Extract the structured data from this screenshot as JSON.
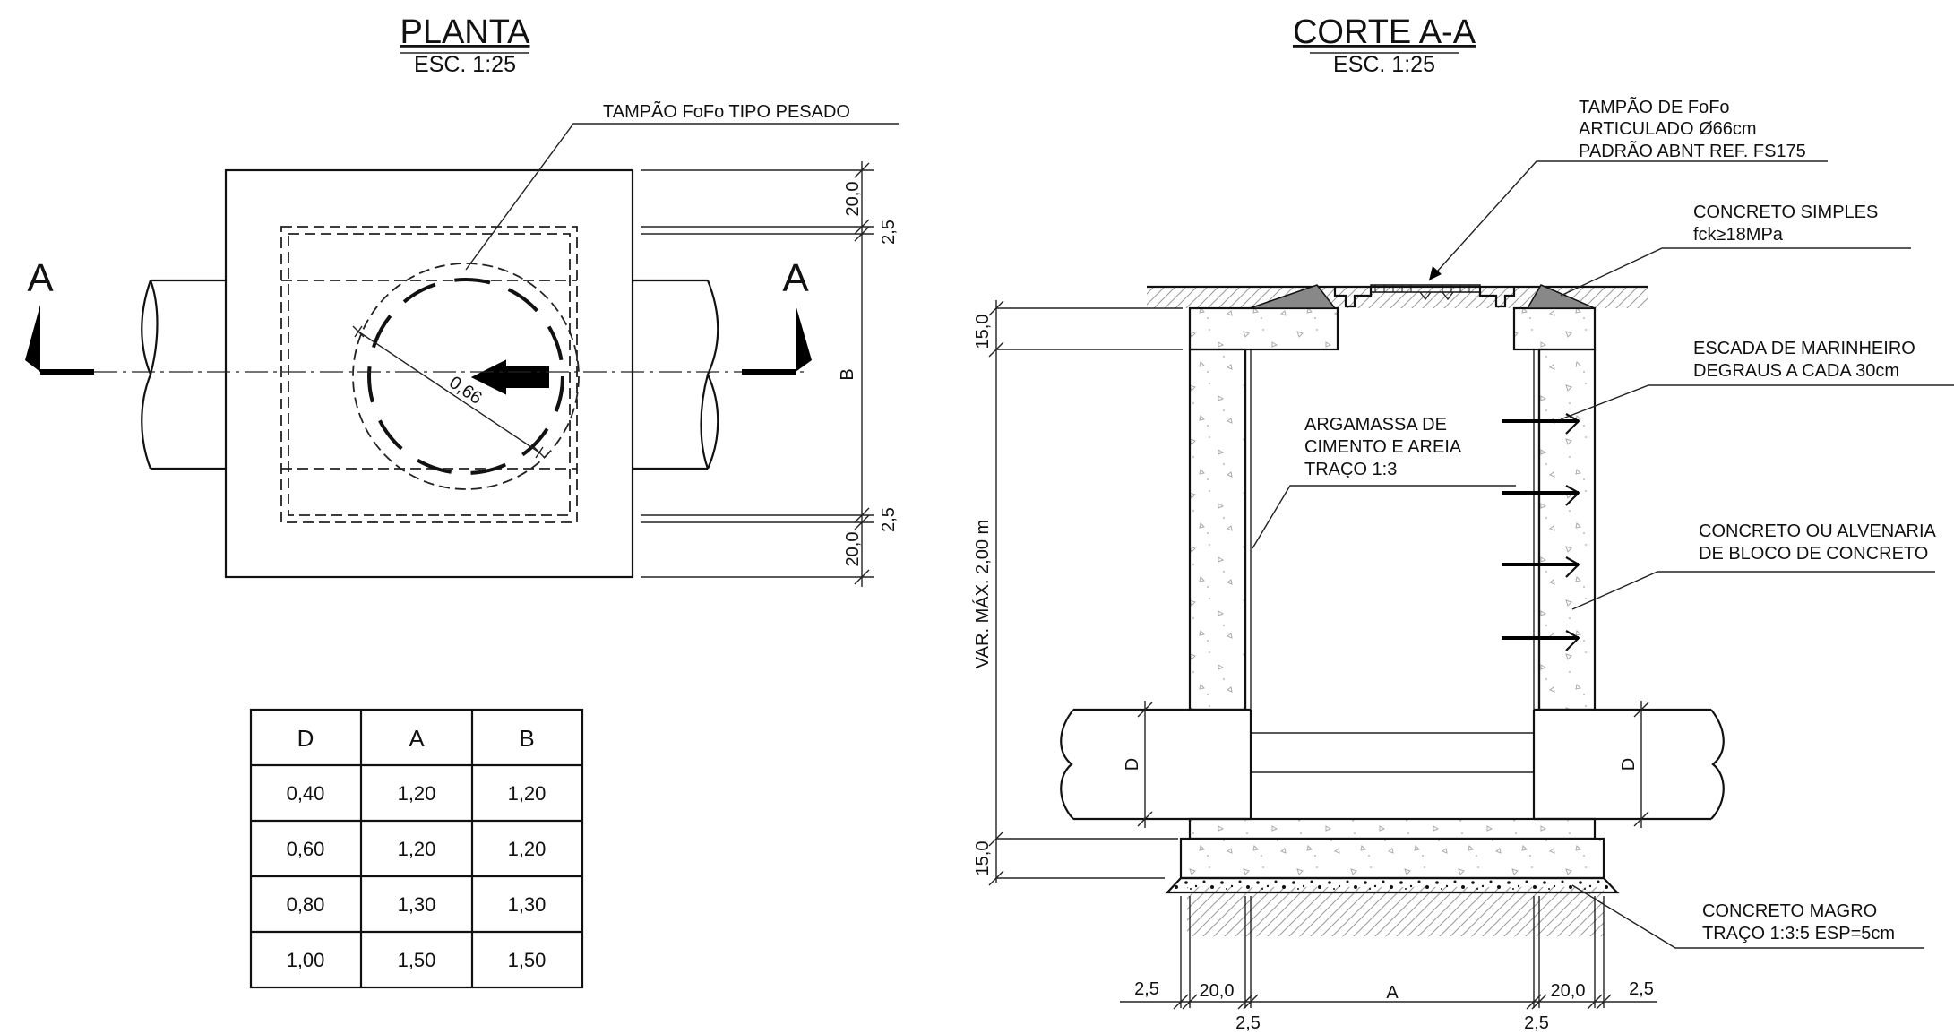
{
  "plan": {
    "title": "PLANTA",
    "scale": "ESC. 1:25",
    "section_marker": "A",
    "cover_label": "TAMPÃO FoFo TIPO PESADO",
    "diameter": "0,66",
    "dim_wall": "20,0",
    "dim_gap": "2,5",
    "dim_b": "B"
  },
  "table": {
    "headers": [
      "D",
      "A",
      "B"
    ],
    "rows": [
      [
        "0,40",
        "1,20",
        "1,20"
      ],
      [
        "0,60",
        "1,20",
        "1,20"
      ],
      [
        "0,80",
        "1,30",
        "1,30"
      ],
      [
        "1,00",
        "1,50",
        "1,50"
      ]
    ]
  },
  "section": {
    "title": "CORTE A-A",
    "scale": "ESC. 1:25",
    "cover": [
      "TAMPÃO DE FoFo",
      "ARTICULADO Ø66cm",
      "PADRÃO ABNT REF. FS175"
    ],
    "concrete": [
      "CONCRETO SIMPLES",
      "fck≥18MPa"
    ],
    "ladder": [
      "ESCADA DE MARINHEIRO",
      "DEGRAUS A CADA 30cm"
    ],
    "mortar": [
      "ARGAMASSA DE",
      "CIMENTO E AREIA",
      "TRAÇO 1:3"
    ],
    "wall": [
      "CONCRETO OU ALVENARIA",
      "DE BLOCO DE CONCRETO"
    ],
    "lean": [
      "CONCRETO MAGRO",
      "TRAÇO 1:3:5 ESP=5cm"
    ],
    "height": "VAR. MÁX. 2,00 m",
    "dim_15": "15,0",
    "dim_d": "D",
    "dim_25": "2,5",
    "dim_20": "20,0",
    "dim_a": "A"
  }
}
